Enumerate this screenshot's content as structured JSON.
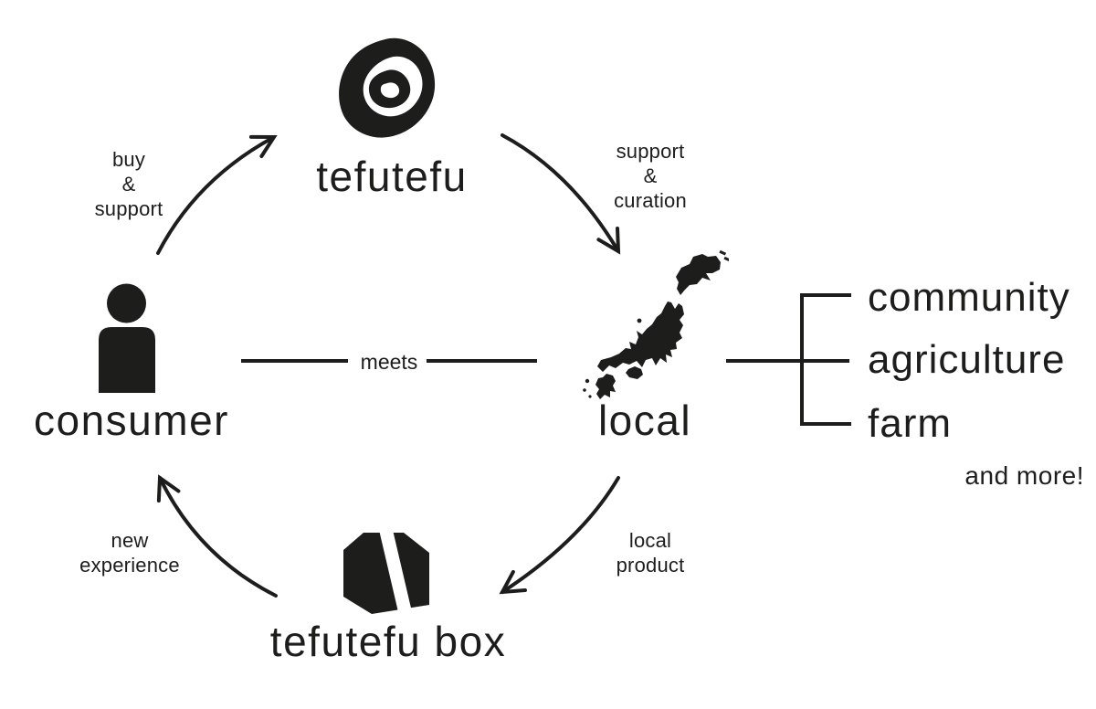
{
  "colors": {
    "ink": "#1d1d1b",
    "background": "#ffffff"
  },
  "nodes": {
    "tefutefu": {
      "label": "tefutefu"
    },
    "local": {
      "label": "local"
    },
    "consumer": {
      "label": "consumer"
    },
    "tefutefu_box": {
      "label": "tefutefu box"
    }
  },
  "edges": {
    "buy_support": {
      "lines": [
        "buy",
        "&",
        "support"
      ]
    },
    "support_curation": {
      "lines": [
        "support",
        "&",
        "curation"
      ]
    },
    "local_product": {
      "lines": [
        "local",
        "product"
      ]
    },
    "new_experience": {
      "lines": [
        "new",
        "experience"
      ]
    },
    "meets": {
      "label": "meets"
    }
  },
  "local_branches": {
    "items": [
      "community",
      "agriculture",
      "farm"
    ],
    "more_label": "and more!"
  },
  "icons": {
    "tefutefu_logo": "tefutefu-logo-icon",
    "consumer": "person-icon",
    "local": "japan-map-icon",
    "tefutefu_box": "box-icon"
  }
}
